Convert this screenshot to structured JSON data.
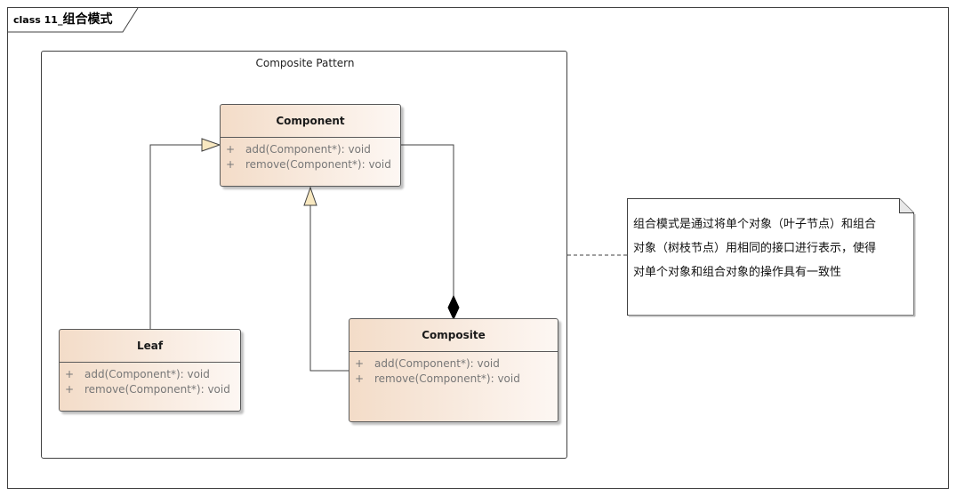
{
  "frame": {
    "prefix": "class 11_",
    "name": "组合模式"
  },
  "package": {
    "label": "Composite Pattern"
  },
  "classes": {
    "component": {
      "name": "Component",
      "ops": [
        {
          "vis": "+",
          "sig": "add(Component*): void"
        },
        {
          "vis": "+",
          "sig": "remove(Component*): void"
        }
      ]
    },
    "leaf": {
      "name": "Leaf",
      "ops": [
        {
          "vis": "+",
          "sig": "add(Component*): void"
        },
        {
          "vis": "+",
          "sig": "remove(Component*): void"
        }
      ]
    },
    "composite": {
      "name": "Composite",
      "ops": [
        {
          "vis": "+",
          "sig": "add(Component*): void"
        },
        {
          "vis": "+",
          "sig": "remove(Component*): void"
        }
      ]
    }
  },
  "note": {
    "lines": [
      "组合模式是通过将单个对象（叶子节点）和组合",
      "对象（树枝节点）用相同的接口进行表示，使得",
      "对单个对象和组合对象的操作具有一致性"
    ]
  },
  "colors": {
    "class_fill_start": "#f3dcc8",
    "class_fill_end": "#fdf7f3",
    "generalization_arrow": "#f8e8c0"
  }
}
